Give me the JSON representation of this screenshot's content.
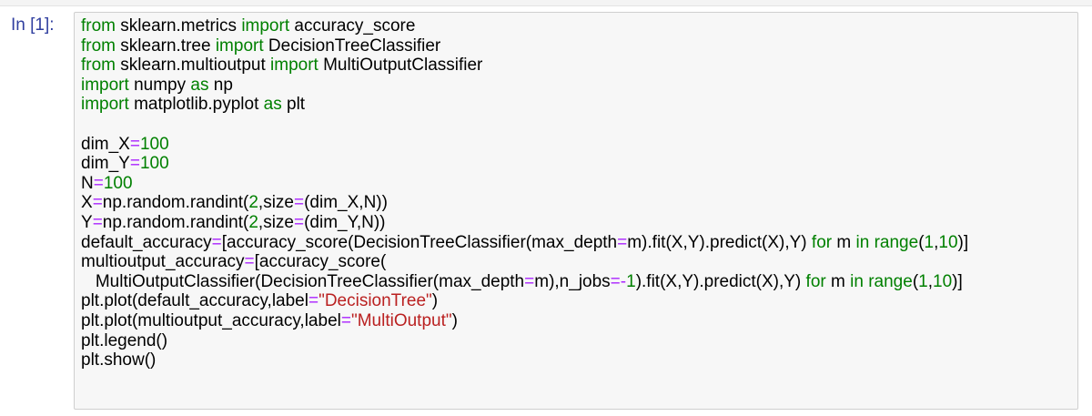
{
  "cell": {
    "prompt": "In [1]:",
    "lines": [
      [
        {
          "t": "kw",
          "v": "from"
        },
        {
          "t": "nm",
          "v": " sklearn.metrics "
        },
        {
          "t": "kw",
          "v": "import"
        },
        {
          "t": "nm",
          "v": " accuracy_score"
        }
      ],
      [
        {
          "t": "kw",
          "v": "from"
        },
        {
          "t": "nm",
          "v": " sklearn.tree "
        },
        {
          "t": "kw",
          "v": "import"
        },
        {
          "t": "nm",
          "v": " DecisionTreeClassifier"
        }
      ],
      [
        {
          "t": "kw",
          "v": "from"
        },
        {
          "t": "nm",
          "v": " sklearn.multioutput "
        },
        {
          "t": "kw",
          "v": "import"
        },
        {
          "t": "nm",
          "v": " MultiOutputClassifier"
        }
      ],
      [
        {
          "t": "kw",
          "v": "import"
        },
        {
          "t": "nm",
          "v": " numpy "
        },
        {
          "t": "kw",
          "v": "as"
        },
        {
          "t": "nm",
          "v": " np"
        }
      ],
      [
        {
          "t": "kw",
          "v": "import"
        },
        {
          "t": "nm",
          "v": " matplotlib.pyplot "
        },
        {
          "t": "kw",
          "v": "as"
        },
        {
          "t": "nm",
          "v": " plt"
        }
      ],
      [],
      [
        {
          "t": "nm",
          "v": "dim_X"
        },
        {
          "t": "op",
          "v": "="
        },
        {
          "t": "num",
          "v": "100"
        }
      ],
      [
        {
          "t": "nm",
          "v": "dim_Y"
        },
        {
          "t": "op",
          "v": "="
        },
        {
          "t": "num",
          "v": "100"
        }
      ],
      [
        {
          "t": "nm",
          "v": "N"
        },
        {
          "t": "op",
          "v": "="
        },
        {
          "t": "num",
          "v": "100"
        }
      ],
      [
        {
          "t": "nm",
          "v": "X"
        },
        {
          "t": "op",
          "v": "="
        },
        {
          "t": "nm",
          "v": "np.random.randint("
        },
        {
          "t": "num",
          "v": "2"
        },
        {
          "t": "nm",
          "v": ",size"
        },
        {
          "t": "op",
          "v": "="
        },
        {
          "t": "nm",
          "v": "(dim_X,N))"
        }
      ],
      [
        {
          "t": "nm",
          "v": "Y"
        },
        {
          "t": "op",
          "v": "="
        },
        {
          "t": "nm",
          "v": "np.random.randint("
        },
        {
          "t": "num",
          "v": "2"
        },
        {
          "t": "nm",
          "v": ",size"
        },
        {
          "t": "op",
          "v": "="
        },
        {
          "t": "nm",
          "v": "(dim_Y,N))"
        }
      ],
      [
        {
          "t": "nm",
          "v": "default_accuracy"
        },
        {
          "t": "op",
          "v": "="
        },
        {
          "t": "nm",
          "v": "[accuracy_score(DecisionTreeClassifier(max_depth"
        },
        {
          "t": "op",
          "v": "="
        },
        {
          "t": "nm",
          "v": "m).fit(X,Y).predict(X),Y) "
        },
        {
          "t": "kw",
          "v": "for"
        },
        {
          "t": "nm",
          "v": " m "
        },
        {
          "t": "kw",
          "v": "in"
        },
        {
          "t": "nm",
          "v": " "
        },
        {
          "t": "kw",
          "v": "range"
        },
        {
          "t": "nm",
          "v": "("
        },
        {
          "t": "num",
          "v": "1"
        },
        {
          "t": "nm",
          "v": ","
        },
        {
          "t": "num",
          "v": "10"
        },
        {
          "t": "nm",
          "v": ")]"
        }
      ],
      [
        {
          "t": "nm",
          "v": "multioutput_accuracy"
        },
        {
          "t": "op",
          "v": "="
        },
        {
          "t": "nm",
          "v": "[accuracy_score("
        }
      ],
      [
        {
          "t": "nm",
          "v": "   MultiOutputClassifier(DecisionTreeClassifier(max_depth"
        },
        {
          "t": "op",
          "v": "="
        },
        {
          "t": "nm",
          "v": "m),n_jobs"
        },
        {
          "t": "op",
          "v": "=-"
        },
        {
          "t": "num",
          "v": "1"
        },
        {
          "t": "nm",
          "v": ").fit(X,Y).predict(X),Y) "
        },
        {
          "t": "kw",
          "v": "for"
        },
        {
          "t": "nm",
          "v": " m "
        },
        {
          "t": "kw",
          "v": "in"
        },
        {
          "t": "nm",
          "v": " "
        },
        {
          "t": "kw",
          "v": "range"
        },
        {
          "t": "nm",
          "v": "("
        },
        {
          "t": "num",
          "v": "1"
        },
        {
          "t": "nm",
          "v": ","
        },
        {
          "t": "num",
          "v": "10"
        },
        {
          "t": "nm",
          "v": ")]"
        }
      ],
      [
        {
          "t": "nm",
          "v": "plt.plot(default_accuracy,label"
        },
        {
          "t": "op",
          "v": "="
        },
        {
          "t": "str",
          "v": "\"DecisionTree\""
        },
        {
          "t": "nm",
          "v": ")"
        }
      ],
      [
        {
          "t": "nm",
          "v": "plt.plot(multioutput_accuracy,label"
        },
        {
          "t": "op",
          "v": "="
        },
        {
          "t": "str",
          "v": "\"MultiOutput\""
        },
        {
          "t": "nm",
          "v": ")"
        }
      ],
      [
        {
          "t": "nm",
          "v": "plt.legend()"
        }
      ],
      [
        {
          "t": "nm",
          "v": "plt.show()"
        }
      ]
    ]
  },
  "colors": {
    "prompt": "#303f9f",
    "keyword": "#008000",
    "operator": "#aa22ff",
    "number": "#008000",
    "string": "#ba2121",
    "cell_background": "#f7f7f7",
    "cell_border": "#cfcfcf"
  }
}
